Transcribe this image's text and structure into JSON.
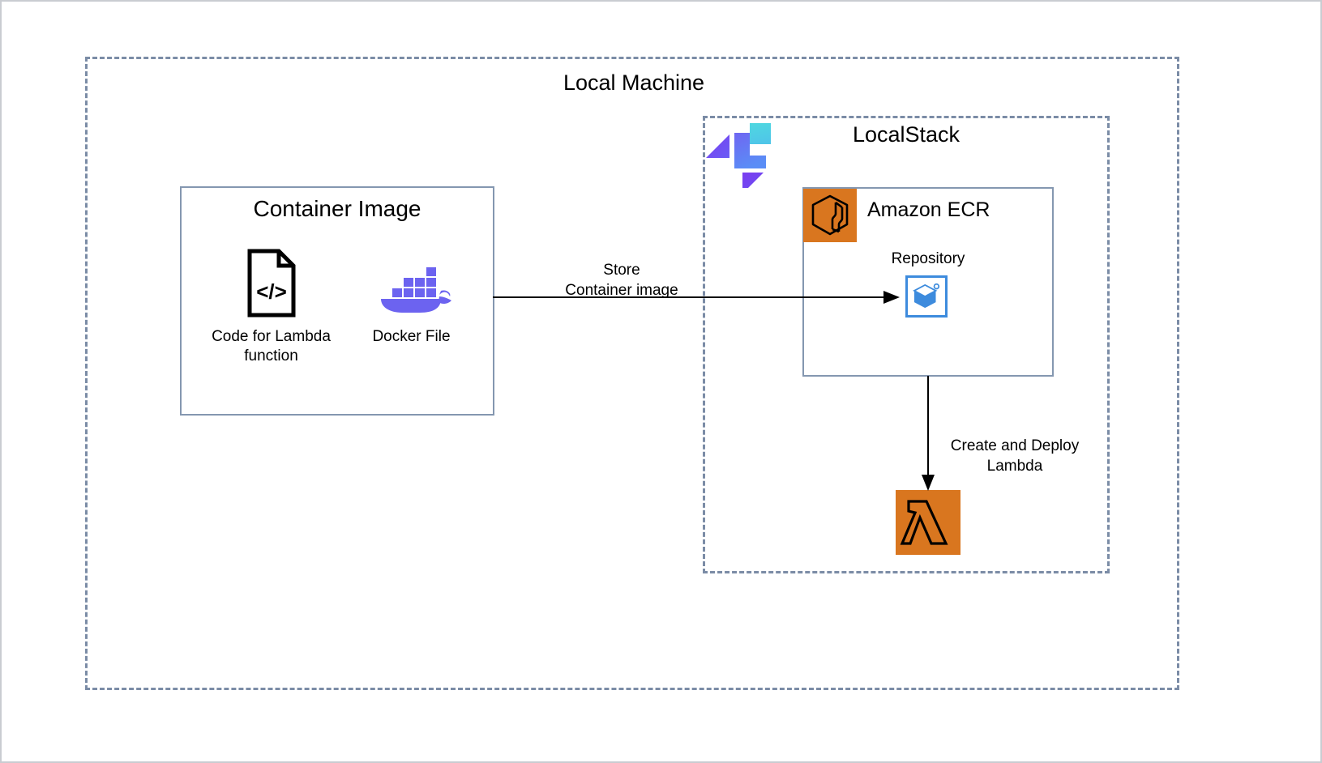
{
  "diagram": {
    "local_machine": {
      "title": "Local Machine"
    },
    "localstack": {
      "title": "LocalStack",
      "logo_icon": "localstack-logo-icon"
    },
    "container_image": {
      "title": "Container Image",
      "items": [
        {
          "icon": "code-file-icon",
          "caption": "Code for Lambda function"
        },
        {
          "icon": "docker-whale-icon",
          "caption": "Docker File"
        }
      ]
    },
    "ecr": {
      "title": "Amazon ECR",
      "icon": "amazon-ecr-icon",
      "repository_label": "Repository",
      "repository_icon": "repository-cube-icon"
    },
    "lambda": {
      "icon": "aws-lambda-icon"
    },
    "arrows": [
      {
        "name": "store-container-image-arrow",
        "label_line1": "Store",
        "label_line2": "Container image"
      },
      {
        "name": "create-deploy-lambda-arrow",
        "label_line1": "Create and Deploy",
        "label_line2": "Lambda"
      }
    ],
    "colors": {
      "aws_orange": "#d9761f",
      "dashed_border": "#7b8ca6",
      "solid_border": "#8497b0",
      "repo_blue": "#3d8bdd",
      "docker_blue": "#6c63f0",
      "localstack_purple": "#7a3ff0",
      "localstack_cyan": "#4fd8e0"
    }
  }
}
